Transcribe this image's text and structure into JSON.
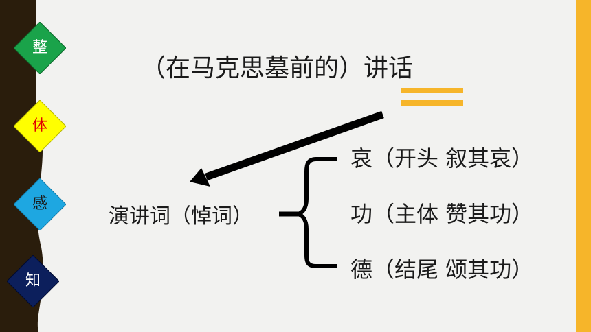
{
  "sidebar": {
    "items": [
      {
        "label": "整",
        "fill": "#1aa34a",
        "text_color": "#ffffff"
      },
      {
        "label": "体",
        "fill": "#ffff00",
        "text_color": "#e00000"
      },
      {
        "label": "感",
        "fill": "#1ea7e1",
        "text_color": "#1a1a1a"
      },
      {
        "label": "知",
        "fill": "#0c1f5c",
        "text_color": "#ffffff"
      }
    ]
  },
  "slide": {
    "title": "（在马克思墓前的）讲话",
    "main": "演讲词（悼词）",
    "branches": [
      "哀（开头  叙其哀）",
      "功（主体  赞其功）",
      "德（结尾  颂其功）"
    ]
  },
  "colors": {
    "accent": "#f6b52a",
    "dark": "#2a1d0c",
    "text": "#1a1a1a"
  }
}
